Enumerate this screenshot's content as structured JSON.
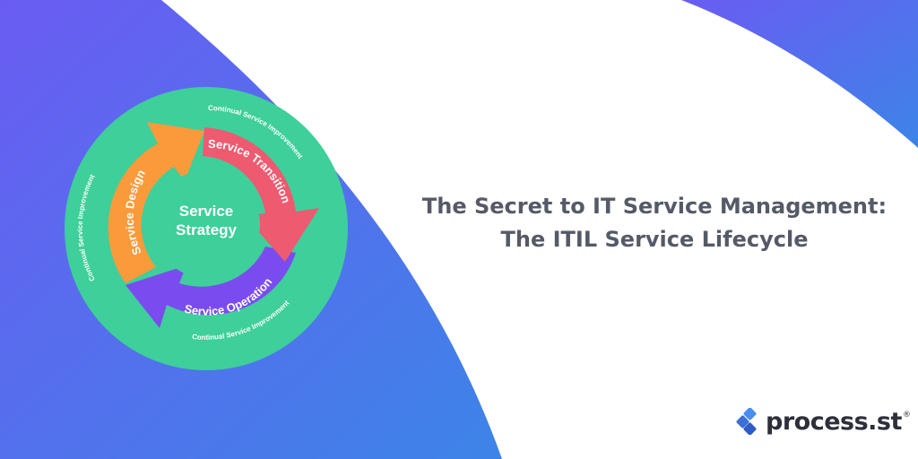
{
  "diagram": {
    "center_label_line1": "Service",
    "center_label_line2": "Strategy",
    "arc_labels": {
      "transition": "Service Transition",
      "design": "Service Design",
      "operation": "Service Operation"
    },
    "outer_ring_label": "Continual Service Improvement",
    "colors": {
      "outer_ring": "#3ecf9a",
      "transition": "#ee5a6f",
      "design": "#fb9a3a",
      "operation": "#7a4cf0"
    }
  },
  "headline": {
    "line1": "The Secret to IT Service Management:",
    "line2": "The ITIL Service Lifecycle"
  },
  "brand": {
    "wordmark": "process.st",
    "trademark": "®",
    "logo_icon": "process-st-logo-icon"
  },
  "background_gradient": {
    "from": "#6a5cf2",
    "to": "#3d84e8"
  }
}
